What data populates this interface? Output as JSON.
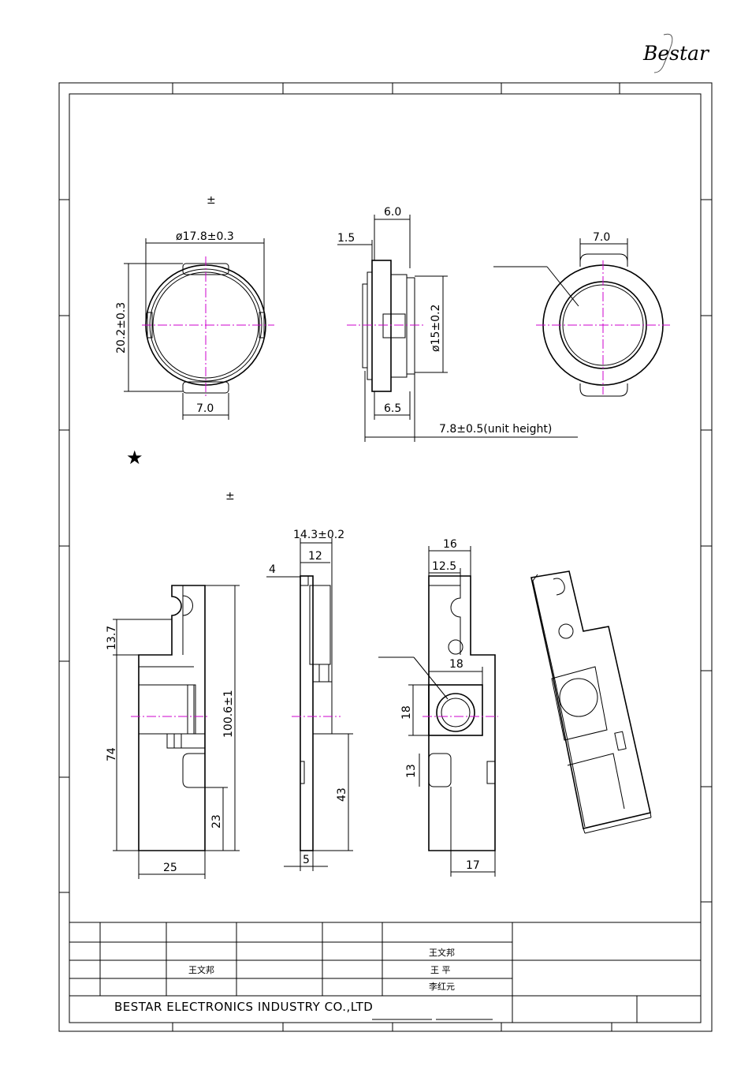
{
  "logo": {
    "text": "Bestar"
  },
  "speaker_section": {
    "tolerance_symbol": "±",
    "front_view": {
      "diameter_label": "ø17.8±0.3",
      "height_label": "20.2±0.3",
      "tab_width_label": "7.0"
    },
    "side_view": {
      "depth_label": "6.0",
      "flange_label": "1.5",
      "diameter_label": "ø15±0.2",
      "base_label": "6.5",
      "unit_height_label": "7.8±0.5(unit height)"
    },
    "back_view": {
      "tab_width_label": "7.0"
    }
  },
  "star_symbol": "★",
  "bracket_section": {
    "tolerance_symbol": "±",
    "front_view": {
      "top_offset": "13.7",
      "lower_height": "74",
      "total_height": "100.6±1",
      "bottom_step": "23",
      "width": "25"
    },
    "side_view": {
      "total_width": "14.3±0.2",
      "inner_width": "12",
      "flange": "4",
      "lower_height": "43",
      "base": "5"
    },
    "back_view": {
      "total": "16",
      "inner": "12.5",
      "hole_width": "18",
      "hole_height": "18",
      "slot_height": "13",
      "bottom_width": "17"
    }
  },
  "title_block": {
    "names": [
      "王文邦",
      "王 平",
      "李红元",
      "王文邦"
    ],
    "company": "BESTAR ELECTRONICS INDUSTRY CO.,LTD"
  }
}
